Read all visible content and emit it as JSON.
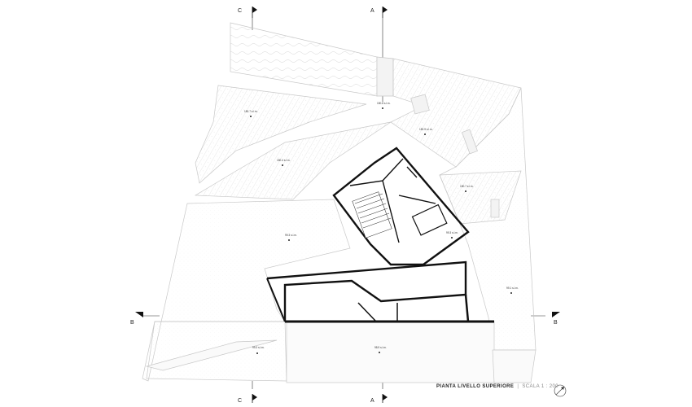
{
  "drawing": {
    "title": "PIANTA LIVELLO SUPERIORE",
    "separator": "|",
    "scale": "SCALA 1 : 200"
  },
  "section_markers": {
    "c_top": "C",
    "a_top": "A",
    "c_bottom": "C",
    "a_bottom": "A",
    "b_left": "B",
    "b_right": "B"
  },
  "elevations": {
    "upper_left": "150.7 s.l.m.",
    "upper_center": "150.8 s.l.m.",
    "upper_right": "150.9 s.l.m.",
    "mid_left": "150.4 s.l.m.",
    "mid_right": "150.7 s.l.m.",
    "left_field": "99.3 s.l.m.",
    "court": "99.3 s.l.m.",
    "right_field": "99.1 s.l.m.",
    "bottom_left": "99.3 s.l.m.",
    "bottom_center": "98.9 s.l.m."
  },
  "icons": {
    "section_flag": "section-flag-icon",
    "north_arrow": "north-arrow-icon",
    "elevation_marker": "elevation-marker-icon"
  },
  "colors": {
    "wall": "#111111",
    "outline": "#c8c8c8",
    "hatch": "#d6d6d6",
    "section_line": "#333333"
  }
}
